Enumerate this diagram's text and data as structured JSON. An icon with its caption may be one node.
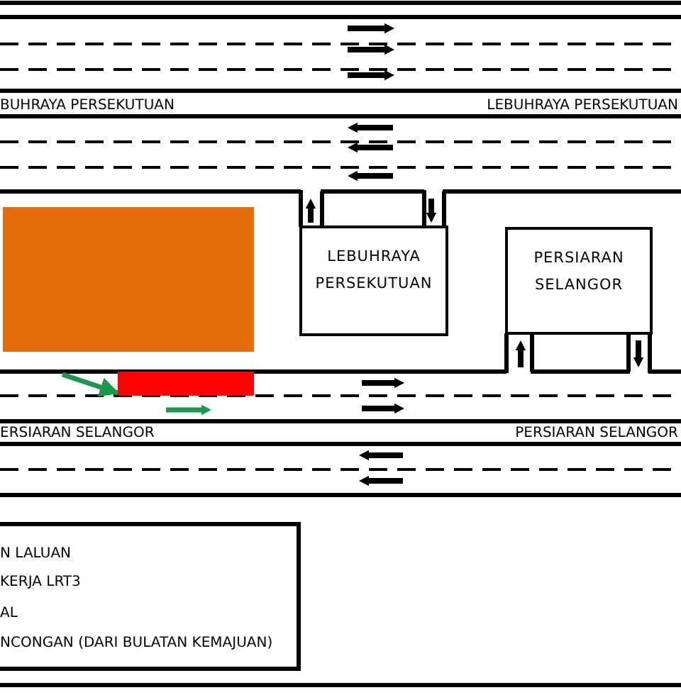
{
  "diagram": {
    "nodes": [
      {
        "text": [],
        "shape": "box"
      },
      {
        "text": [
          "LEBUHRAYA PERSEKUTUAN"
        ]
      },
      {
        "text": [
          "PERSIARAN SELANGOR"
        ]
      },
      {
        "text": [],
        "shape": "bar"
      },
      {
        "text": [
          "N LALUAN",
          "KERJA LRT3",
          "AL",
          "NCONGAN (DARI BULATAN KEMAJUAN)"
        ]
      }
    ],
    "edges": [
      {
        "from": null,
        "to": 3,
        "arrow": "to"
      }
    ],
    "labels": [
      "BUHRAYA PERSEKUTUAN",
      "LEBUHRAYA PERSEKUTUAN",
      "ERSIARAN SELANGOR",
      "PERSIARAN SELANGOR"
    ]
  }
}
